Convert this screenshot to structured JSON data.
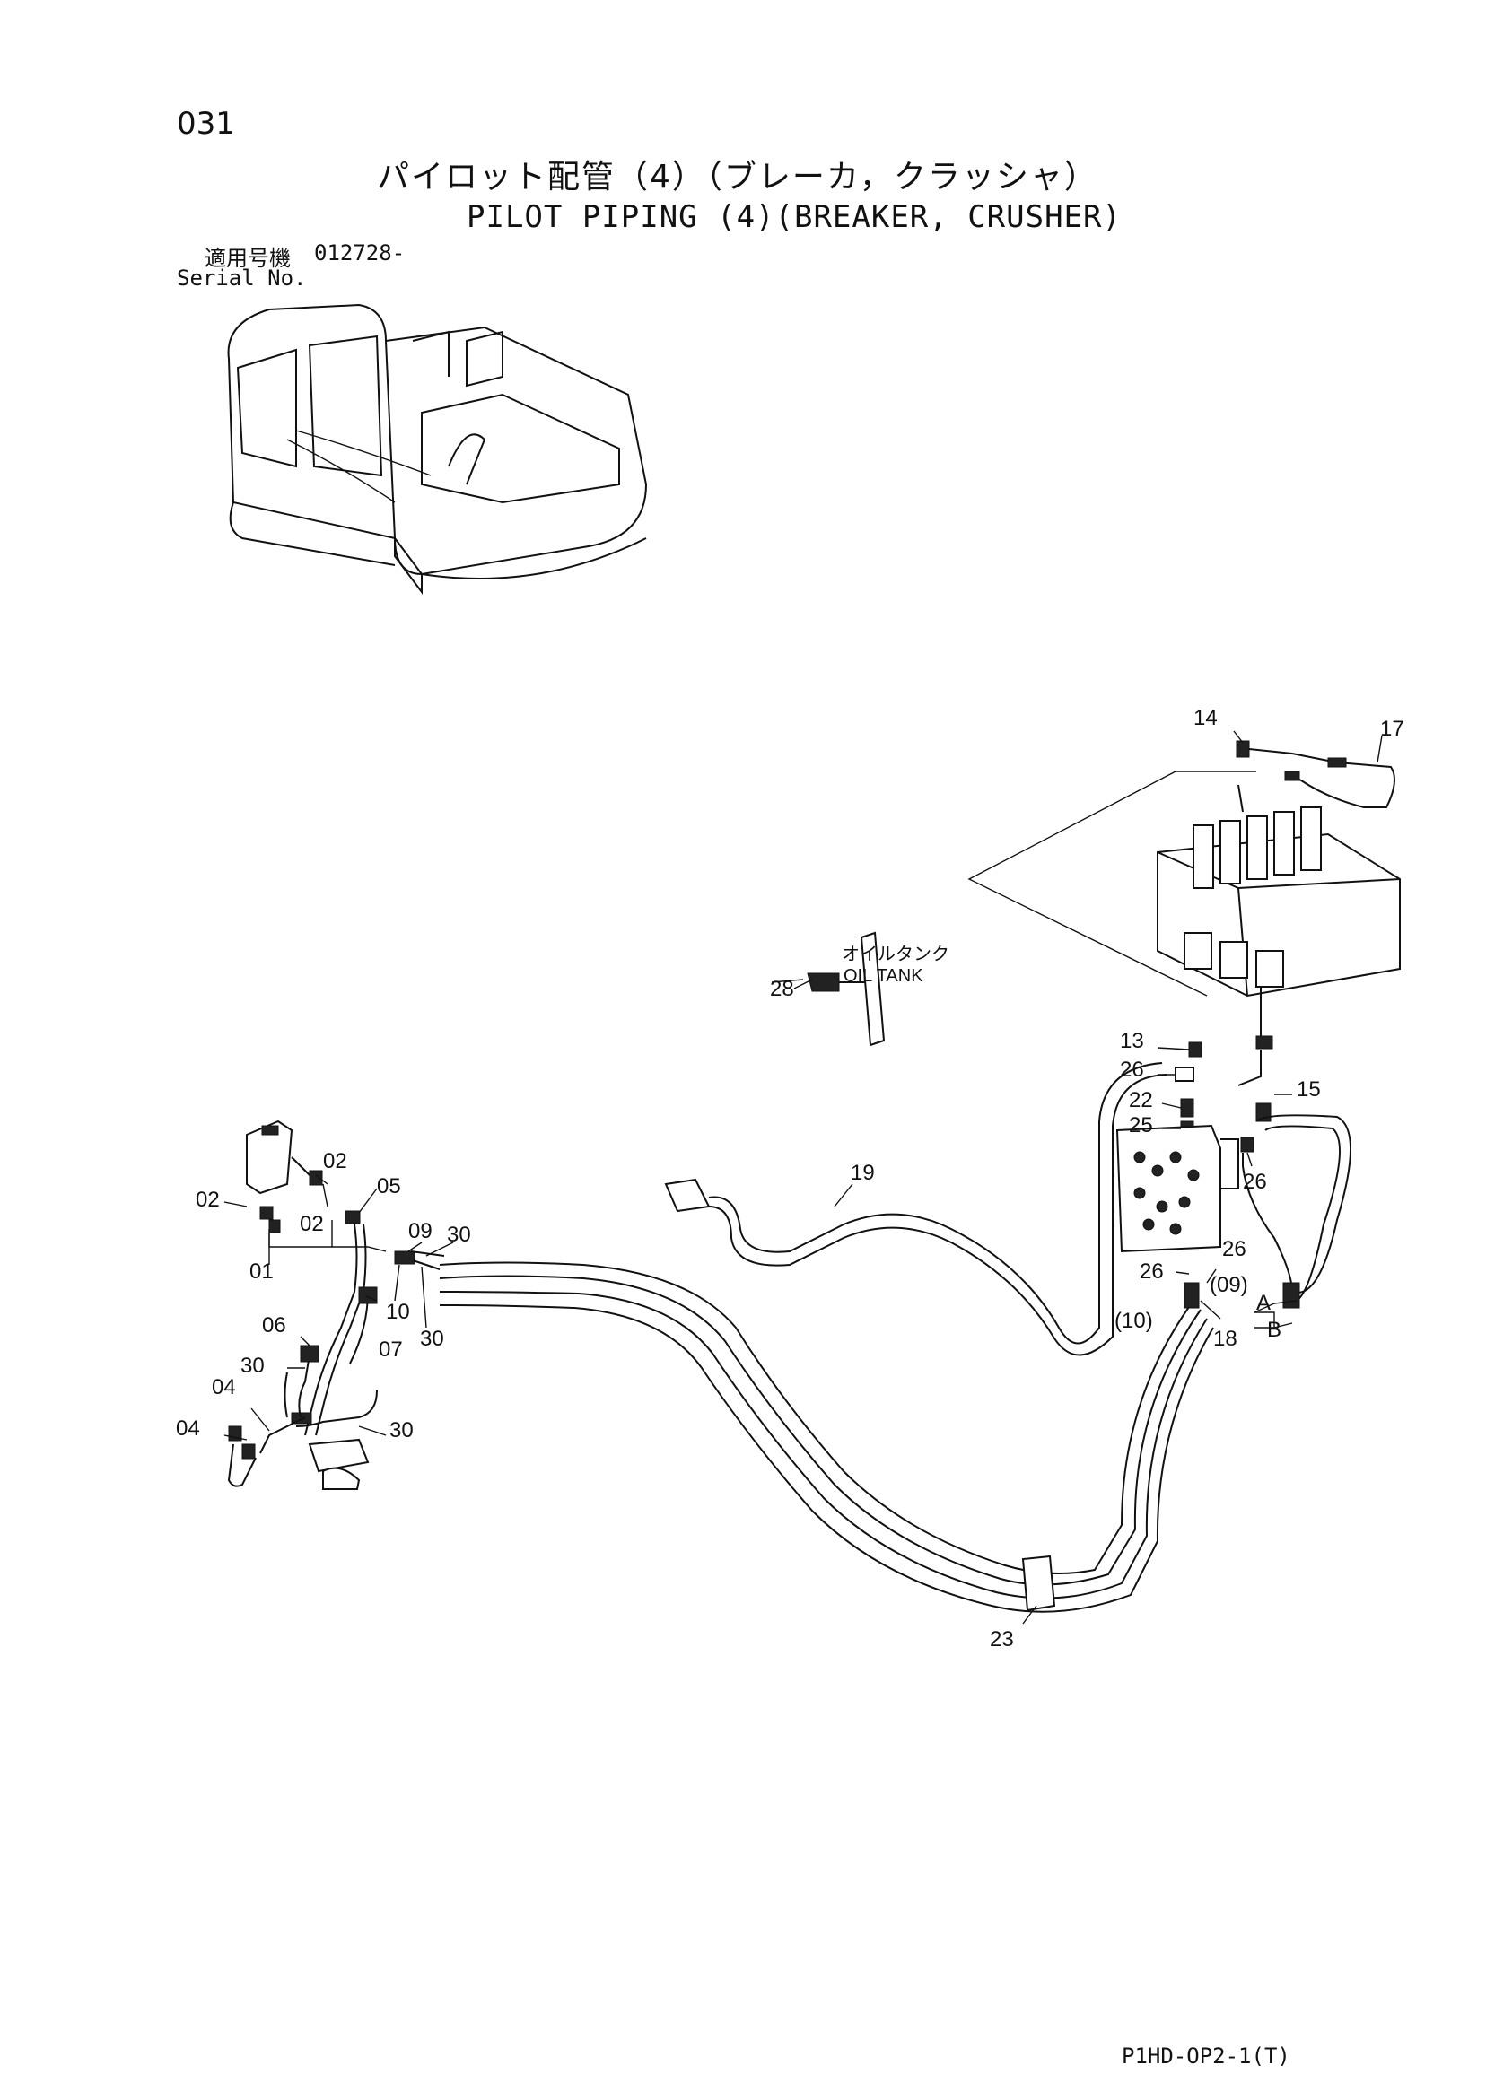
{
  "header": {
    "page_number": "031",
    "title_jp": "パイロット配管（4）（ブレーカ，クラッシャ）",
    "title_en": "PILOT PIPING (4)(BREAKER, CRUSHER)",
    "serial_label_jp": "適用号機",
    "serial_code": "012728-",
    "serial_label_en": "Serial No."
  },
  "diagram": {
    "oil_tank_jp": "オイルタンク",
    "oil_tank_en": "OIL TANK",
    "callouts": {
      "c01": "01",
      "c02a": "02",
      "c02b": "02",
      "c02c": "02",
      "c04a": "04",
      "c04b": "04",
      "c05": "05",
      "c06": "06",
      "c07": "07",
      "c09": "09",
      "c10": "10",
      "c13": "13",
      "c14": "14",
      "c15": "15",
      "c17": "17",
      "c18": "18",
      "c19": "19",
      "c22": "22",
      "c23": "23",
      "c25": "25",
      "c26a": "26",
      "c26b": "26",
      "c26c": "26",
      "c26d": "26",
      "c28": "28",
      "c30a": "30",
      "c30b": "30",
      "c30c": "30",
      "c30d": "30",
      "c09p": "(09)",
      "c10p": "(10)",
      "portA": "A",
      "portB": "B"
    }
  },
  "footer": {
    "code": "P1HD-OP2-1(T)"
  }
}
